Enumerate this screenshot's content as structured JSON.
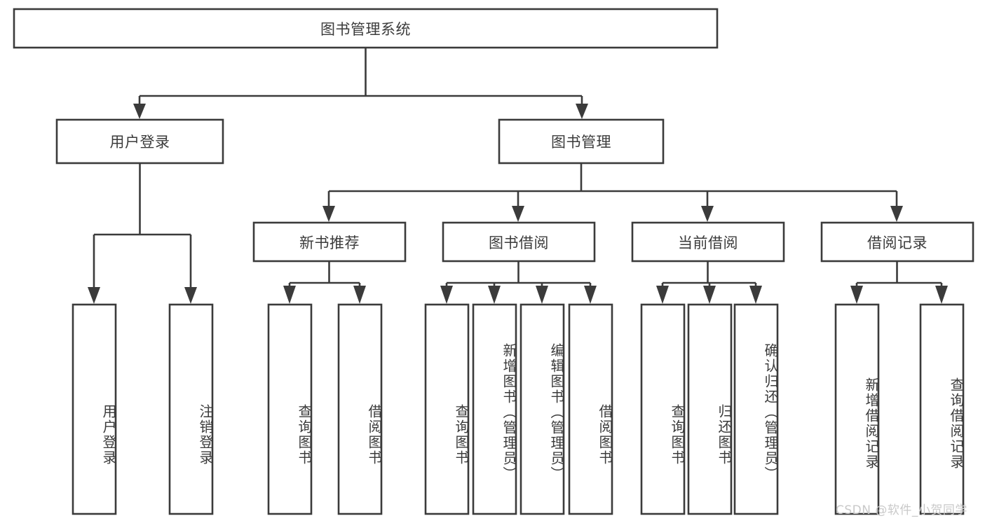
{
  "diagram": {
    "type": "tree-hierarchy",
    "title": "图书管理系统",
    "watermark": "CSDN @软件_小贺同学",
    "colors": {
      "stroke": "#3b3b3b",
      "fill": "#ffffff",
      "text": "#3b3b3b",
      "watermark": "#c9c9c9",
      "background": "#ffffff"
    },
    "levels": {
      "level0": [
        {
          "id": "root",
          "label": "图书管理系统",
          "orientation": "horizontal"
        }
      ],
      "level1": [
        {
          "id": "user-login",
          "label": "用户登录",
          "orientation": "horizontal"
        },
        {
          "id": "book-manage",
          "label": "图书管理",
          "orientation": "horizontal"
        }
      ],
      "level2": [
        {
          "id": "new-book-rec",
          "label": "新书推荐",
          "orientation": "horizontal"
        },
        {
          "id": "book-borrow",
          "label": "图书借阅",
          "orientation": "horizontal"
        },
        {
          "id": "current-borrow",
          "label": "当前借阅",
          "orientation": "horizontal"
        },
        {
          "id": "borrow-record",
          "label": "借阅记录",
          "orientation": "horizontal"
        }
      ],
      "level3": [
        {
          "id": "leaf-user-login",
          "label": "用户登录",
          "parent": "user-login",
          "orientation": "vertical"
        },
        {
          "id": "leaf-logout-login",
          "label": "注销登录",
          "parent": "user-login",
          "orientation": "vertical"
        },
        {
          "id": "leaf-query-book-1",
          "label": "查询图书",
          "parent": "new-book-rec",
          "orientation": "vertical"
        },
        {
          "id": "leaf-borrow-book-1",
          "label": "借阅图书",
          "parent": "new-book-rec",
          "orientation": "vertical"
        },
        {
          "id": "leaf-query-book-2",
          "label": "查询图书",
          "parent": "book-borrow",
          "orientation": "vertical"
        },
        {
          "id": "leaf-add-book",
          "label": "新增图书（管理员）",
          "parent": "book-borrow",
          "orientation": "vertical"
        },
        {
          "id": "leaf-edit-book",
          "label": "编辑图书（管理员）",
          "parent": "book-borrow",
          "orientation": "vertical"
        },
        {
          "id": "leaf-borrow-book-2",
          "label": "借阅图书",
          "parent": "book-borrow",
          "orientation": "vertical"
        },
        {
          "id": "leaf-query-book-3",
          "label": "查询图书",
          "parent": "current-borrow",
          "orientation": "vertical"
        },
        {
          "id": "leaf-return-book",
          "label": "归还图书",
          "parent": "current-borrow",
          "orientation": "vertical"
        },
        {
          "id": "leaf-confirm-return",
          "label": "确认归还（管理员）",
          "parent": "current-borrow",
          "orientation": "vertical"
        },
        {
          "id": "leaf-add-record",
          "label": "新增借阅记录",
          "parent": "borrow-record",
          "orientation": "vertical"
        },
        {
          "id": "leaf-query-record",
          "label": "查询借阅记录",
          "parent": "borrow-record",
          "orientation": "vertical"
        }
      ]
    }
  }
}
